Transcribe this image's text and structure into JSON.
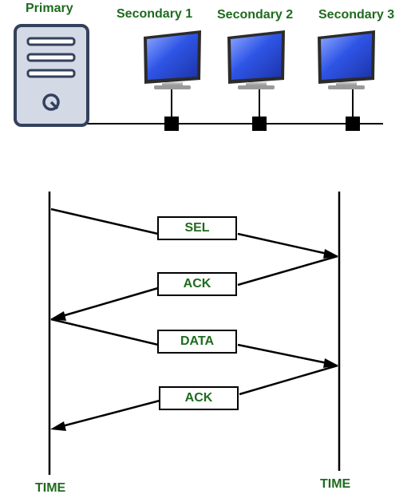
{
  "network": {
    "primary_label": "Primary",
    "secondaries": [
      {
        "label": "Secondary 1"
      },
      {
        "label": "Secondary 2"
      },
      {
        "label": "Secondary 3"
      }
    ]
  },
  "sequence": {
    "messages": [
      {
        "label": "SEL",
        "direction": "primary-to-secondary"
      },
      {
        "label": "ACK",
        "direction": "secondary-to-primary"
      },
      {
        "label": "DATA",
        "direction": "primary-to-secondary"
      },
      {
        "label": "ACK",
        "direction": "secondary-to-primary"
      }
    ],
    "left_axis_label": "TIME",
    "right_axis_label": "TIME"
  },
  "colors": {
    "label_green": "#1e6b1e",
    "server_fill": "#d4d9e6",
    "server_stroke": "#33415c",
    "monitor_body": "#2b2b2b",
    "screen_blue": "#2f55e6"
  },
  "icons": {
    "primary": "server-icon",
    "secondary": "monitor-icon",
    "tap": "square-connector"
  }
}
